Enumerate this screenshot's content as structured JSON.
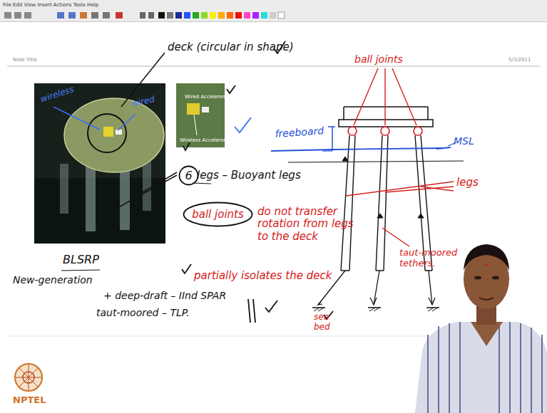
{
  "diagram": {
    "nodes": [
      {
        "text": [
          "6"
        ]
      },
      {
        "text": [
          "ball joints"
        ]
      }
    ],
    "labels": [
      "File Edit View Insert Actions Tools Help",
      "Note Title",
      "5/3/2011",
      "deck (circular in shape)",
      "wireless",
      "wired",
      "Wired Accelerometer",
      "Wireless Accelerometer",
      "legs – Buoyant legs",
      "do not transfer rotation from legs to the deck",
      "partially isolates the deck",
      "BLSRP",
      "New-generation",
      "+ deep-draft – IInd SPAR",
      "taut-moored – TLP.",
      "ball joints",
      "freeboard",
      "MSL",
      "legs",
      "taut-moored tethers.",
      "sea bed",
      "NPTEL"
    ]
  }
}
